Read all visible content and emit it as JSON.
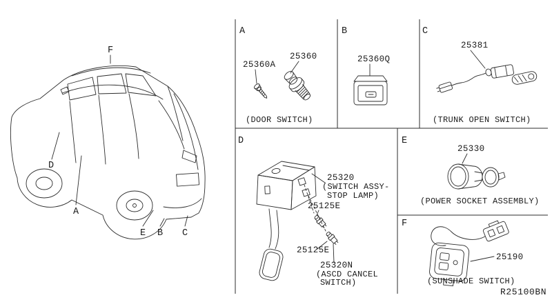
{
  "colors": {
    "ink": "#222222",
    "background": "#ffffff"
  },
  "ref_code": "R25100BN",
  "car": {
    "callout_a": "A",
    "callout_b": "B",
    "callout_c": "C",
    "callout_d": "D",
    "callout_e": "E",
    "callout_f": "F"
  },
  "section_a": {
    "letter": "A",
    "part_screw": "25360A",
    "part_switch": "25360",
    "caption": "(DOOR SWITCH)"
  },
  "section_b": {
    "letter": "B",
    "part_switch": "25360Q"
  },
  "section_c": {
    "letter": "C",
    "part_cable": "25381",
    "caption": "(TRUNK OPEN SWITCH)"
  },
  "section_d": {
    "letter": "D",
    "part_stop_lamp": "25320",
    "stop_lamp_caption_line1": "(SWITCH ASSY-",
    "stop_lamp_caption_line2": "STOP LAMP)",
    "part_clip_upper": "25125E",
    "part_clip_lower": "25125E",
    "part_ascd": "25320N",
    "ascd_caption_line1": "(ASCD CANCEL",
    "ascd_caption_line2": "SWITCH)"
  },
  "section_e": {
    "letter": "E",
    "part_socket": "25330",
    "caption": "(POWER SOCKET ASSEMBLY)"
  },
  "section_f": {
    "letter": "F",
    "part_switch": "25190",
    "caption": "(SUNSHADE SWITCH)"
  }
}
